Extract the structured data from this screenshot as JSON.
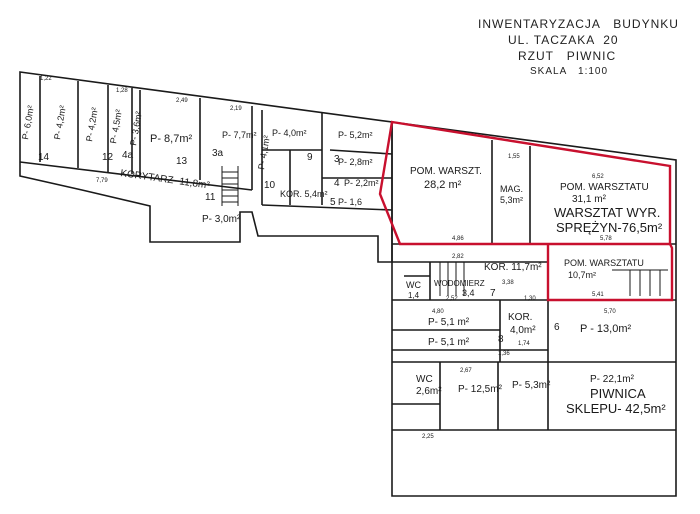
{
  "header": {
    "line1": "INWENTARYZACJA   BUDYNKU",
    "line2": "UL. TACZAKA  20",
    "line3": "RZUT   PIWNIC",
    "scale": "SKALA   1:100"
  },
  "rooms": {
    "p6": "P- 6,0m²",
    "p4a": "P- 4,2m²",
    "p4b": "P- 4,2m²",
    "p45": "P- 4,5m²",
    "p36": "P- 3,6m²",
    "p87": "P- 8,7m²",
    "p77": "P- 7,7m²",
    "p40": "P- 4,0m²",
    "p41": "P- 4,1m²",
    "p52a": "P- 5,2m²",
    "p28a": "P- 2,8m²",
    "p22": "P- 2,2m²",
    "p16": "P- 1,6",
    "p30": "P- 3,0m²",
    "korytarz": "KORYTARZ- 11,8m²",
    "kor54": "KOR. 5,4m²",
    "warsztat282a": "POM. WARSZT.",
    "warsztat282b": "28,2 m²",
    "mag_a": "MAG.",
    "mag_b": "5,3m²",
    "warsztat311a": "POM. WARSZTATU",
    "warsztat311b": "31,1 m²",
    "wyr1": "WARSZTAT WYR.",
    "wyr2": "SPRĘŻYN-76,5m²",
    "warsztat107a": "POM. WARSZTATU",
    "warsztat107b": "10,7m²",
    "kor117": "KOR. 11,7m²",
    "wodomierz": "WODOMIERZ",
    "wodomierz_area": "3,4",
    "wc14": "WC",
    "wc14_area": "1,4",
    "p51a": "P- 5,1 m²",
    "p51b": "P- 5,1 m²",
    "kor40a": "KOR.",
    "kor40b": "4,0m²",
    "p130": "P - 13,0m²",
    "wc26a": "WC",
    "wc26b": "2,6m²",
    "p125": "P- 12,5m²",
    "p53": "P- 5,3m²",
    "p221": "P- 22,1m²",
    "piwnica1": "PIWNICA",
    "piwnica2": "SKLEPU- 42,5m²"
  },
  "numbers": [
    "14",
    "12",
    "13",
    "3a",
    "4a",
    "11",
    "9",
    "10",
    "3",
    "4",
    "5",
    "6",
    "7",
    "8"
  ],
  "dims": {
    "d122": "1,22",
    "d128": "1,28",
    "d249": "2,49",
    "d219": "2,19",
    "d652": "6,52",
    "d155": "1,55",
    "d486": "4,86",
    "d578": "5,78",
    "d541": "5,41",
    "d480": "4,80",
    "d570": "5,70",
    "d267": "2,67",
    "d225": "2,25",
    "d779": "7,79",
    "d282": "2,82",
    "d252": "2,52",
    "d338": "3,38",
    "d130": "1,30",
    "d174": "1,74",
    "d136": "1,36"
  },
  "colors": {
    "outline": "#1a1a1a",
    "highlight": "#c8102e"
  }
}
